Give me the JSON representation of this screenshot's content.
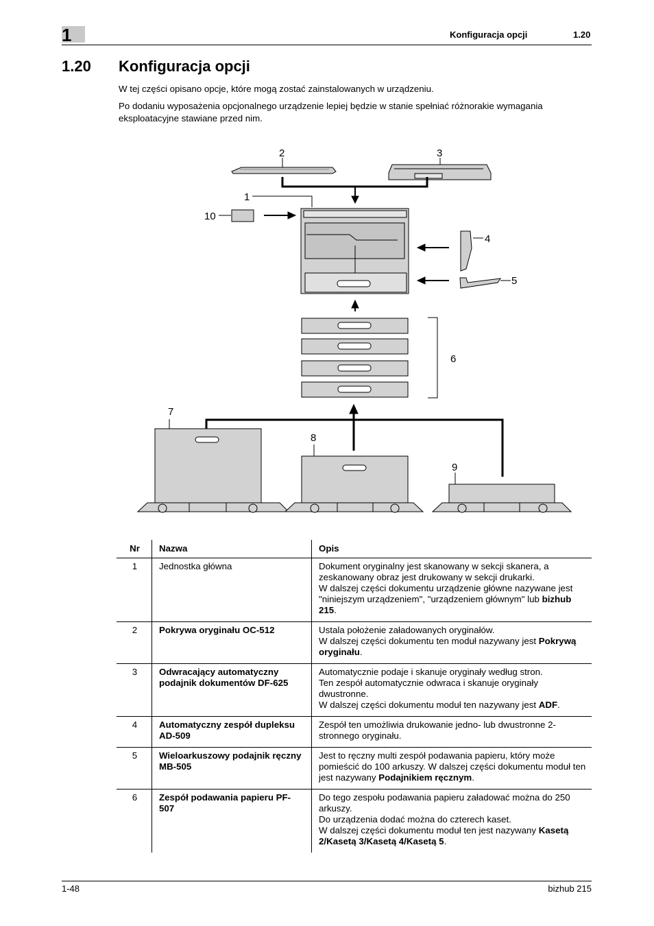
{
  "header": {
    "chapter_number": "1",
    "title": "Konfiguracja opcji",
    "section": "1.20"
  },
  "section": {
    "number": "1.20",
    "title": "Konfiguracja opcji"
  },
  "intro": [
    "W tej części opisano opcje, które mogą zostać zainstalowanych w urządzeniu.",
    "Po dodaniu wyposażenia opcjonalnego urządzenie lepiej będzie w stanie spełniać różnorakie wymagania eksploatacyjne stawiane przed nim."
  ],
  "diagram": {
    "callouts": [
      "1",
      "2",
      "3",
      "4",
      "5",
      "6",
      "7",
      "8",
      "9",
      "10"
    ]
  },
  "table": {
    "headers": [
      "Nr",
      "Nazwa",
      "Opis"
    ],
    "rows": [
      {
        "nr": "1",
        "name": "Jednostka główna",
        "desc": [
          {
            "text": "Dokument oryginalny jest skanowany w sekcji skanera, a zeskanowany obraz jest drukowany w sekcji drukarki."
          },
          {
            "text": "W dalszej części dokumentu urządzenie główne nazywane jest \"niniejszym urządzeniem\", \"urządzeniem głównym\" lub ",
            "bold": "bizhub 215",
            "after": "."
          }
        ]
      },
      {
        "nr": "2",
        "name": "Pokrywa oryginału OC-512",
        "desc": [
          {
            "text": "Ustala położenie załadowanych oryginałów."
          },
          {
            "text": "W dalszej części dokumentu ten moduł nazywany jest ",
            "bold": "Pokrywą oryginału",
            "after": "."
          }
        ]
      },
      {
        "nr": "3",
        "name": "Odwracający automatyczny podajnik dokumentów DF-625",
        "desc": [
          {
            "text": "Automatycznie podaje i skanuje oryginały według stron."
          },
          {
            "text": "Ten zespół automatycznie odwraca i skanuje oryginały dwustronne."
          },
          {
            "text": "W dalszej części dokumentu moduł ten nazywany jest ",
            "bold": "ADF",
            "after": "."
          }
        ]
      },
      {
        "nr": "4",
        "name": "Automatyczny zespół dupleksu AD-509",
        "desc": [
          {
            "text": "Zespół ten umożliwia drukowanie jedno- lub dwustronne 2-stronnego oryginału."
          }
        ]
      },
      {
        "nr": "5",
        "name": "Wieloarkuszowy podajnik ręczny MB-505",
        "desc": [
          {
            "text": "Jest to ręczny multi zespół podawania papieru, który może pomieścić do 100 arkuszy. W dalszej części dokumentu moduł ten jest nazywany ",
            "bold": "Podajnikiem ręcznym",
            "after": "."
          }
        ]
      },
      {
        "nr": "6",
        "name": "Zespół podawania papieru PF-507",
        "desc": [
          {
            "text": "Do tego zespołu podawania papieru załadować można do 250 arkuszy."
          },
          {
            "text": "Do urządzenia dodać można do czterech kaset."
          },
          {
            "text": "W dalszej części dokumentu moduł ten jest nazywany ",
            "bold": "Kasetą 2/Kasetą 3/Kasetą 4/Kasetą 5",
            "after": "."
          }
        ]
      }
    ]
  },
  "footer": {
    "page": "1-48",
    "product": "bizhub 215"
  }
}
